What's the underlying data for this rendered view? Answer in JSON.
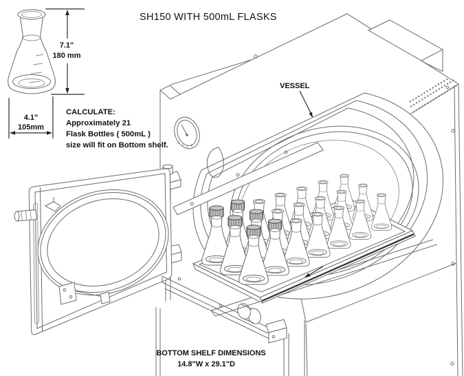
{
  "title": "SH150 WITH 500mL  FLASKS",
  "flask_dims": {
    "height_in": "7.1\"",
    "height_mm": "180 mm",
    "width_in": "4.1\"",
    "width_mm": "105mm"
  },
  "calculate": {
    "heading": "CALCULATE:",
    "line1": "Approximately  21",
    "line2": "Flask Bottles ( 500mL )",
    "line3": "size will fit on Bottom shelf."
  },
  "vessel_label": "VESSEL",
  "bottom_shelf": {
    "line1": "BOTTOM SHELF DIMENSIONS",
    "line2": "14.8\"W x 29.1\"D"
  },
  "flask_grid": {
    "rows": 3,
    "cols": 7,
    "capped_columns": 2
  },
  "colors": {
    "line": "#6a6a6a",
    "dark": "#222222",
    "text": "#111111",
    "background": "#ffffff"
  }
}
